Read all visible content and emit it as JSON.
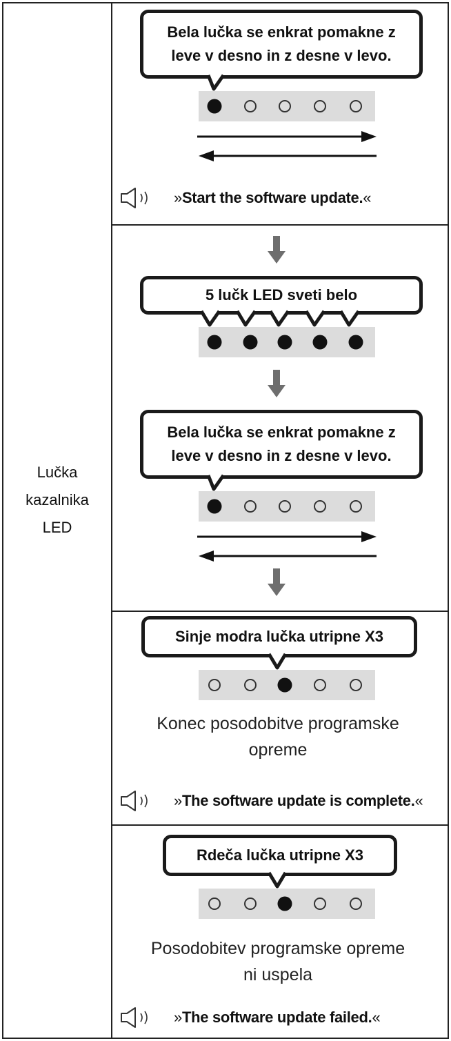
{
  "left_label": [
    "Lučka",
    "kazalnika",
    "LED"
  ],
  "sections": [
    {
      "bubble": [
        "Bela lučka se enkrat pomakne z",
        "leve v desno in z desne v levo."
      ],
      "leds": [
        1,
        0,
        0,
        0,
        0
      ],
      "speech_prefix": "»",
      "speech": "Start the software  update.",
      "speech_suffix": "«"
    },
    {
      "bubble_a": "5 lučk LED sveti belo",
      "leds_a": [
        1,
        1,
        1,
        1,
        1
      ],
      "bubble_b": [
        "Bela lučka se enkrat pomakne z",
        "leve v desno in z desne v levo."
      ],
      "leds_b": [
        1,
        0,
        0,
        0,
        0
      ]
    },
    {
      "bubble": "Sinje modra lučka utripne X3",
      "leds": [
        0,
        0,
        1,
        0,
        0
      ],
      "caption": [
        "Konec posodobitve programske",
        "opreme"
      ],
      "speech_prefix": "»",
      "speech": "The software update is complete.",
      "speech_suffix": "«"
    },
    {
      "bubble": "Rdeča lučka utripne X3",
      "leds": [
        0,
        0,
        1,
        0,
        0
      ],
      "caption": [
        "Posodobitev programske opreme",
        "ni uspela"
      ],
      "speech_prefix": "»",
      "speech": "The software update failed.",
      "speech_suffix": "«"
    }
  ],
  "colors": {
    "line": "#222222",
    "bar": "#dcdcdc",
    "arrow": "#6e6e6e"
  },
  "icons": {
    "speaker": "speaker-icon",
    "down_arrow": "down-arrow-icon"
  }
}
